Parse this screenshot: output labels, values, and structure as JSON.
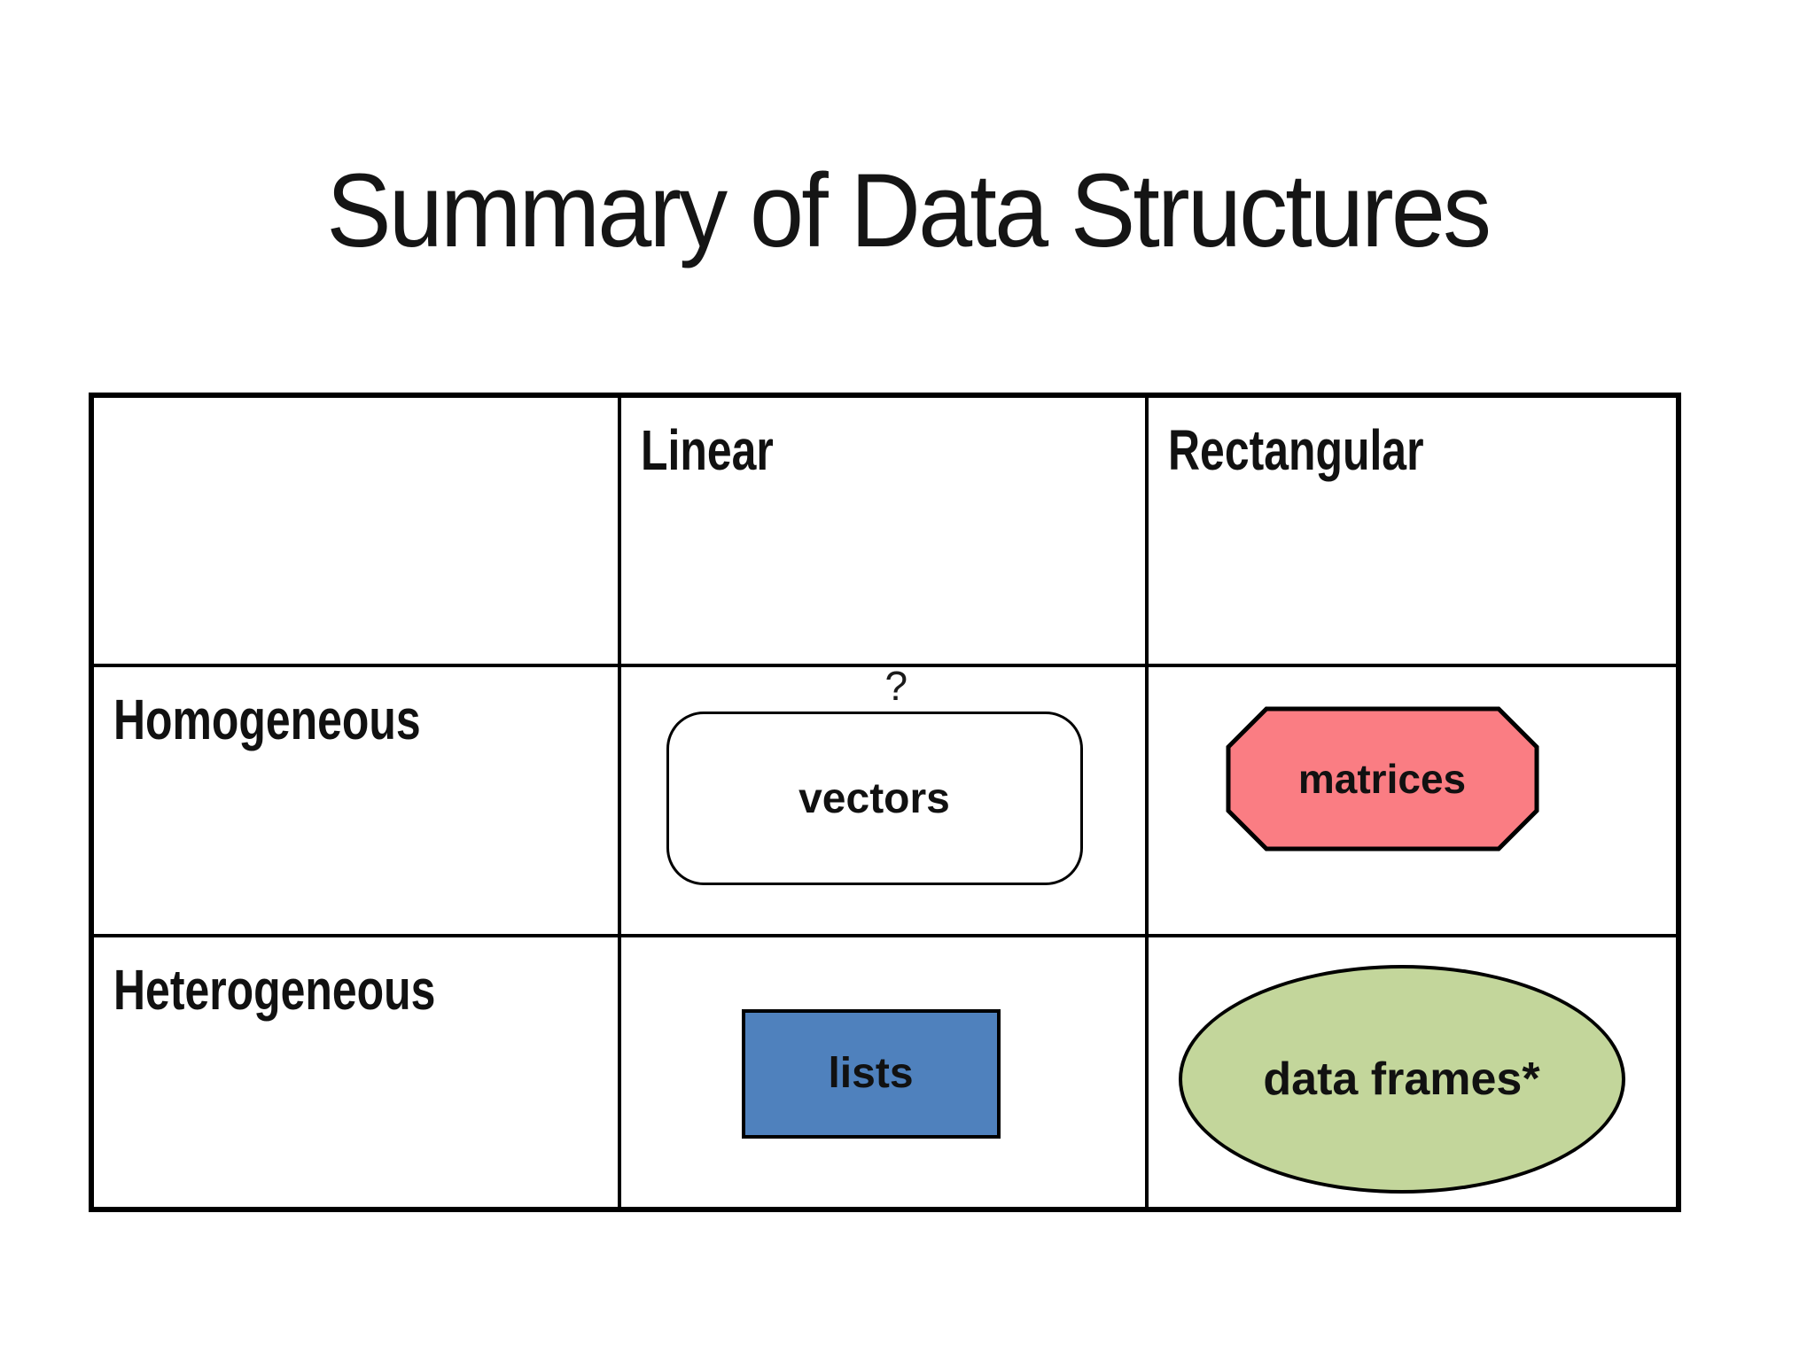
{
  "title": "Summary of Data Structures",
  "colors": {
    "border": "#000000",
    "vectors_fill": "#FFFFFF",
    "matrices_fill": "#FA7D83",
    "lists_fill": "#4F81BD",
    "data_frames_fill": "#C3D69B"
  },
  "table": {
    "column_headers": [
      {
        "label": ""
      },
      {
        "label": "Linear"
      },
      {
        "label": "Rectangular"
      }
    ],
    "row_headers": [
      {
        "label": "Homogeneous"
      },
      {
        "label": "Heterogeneous"
      }
    ],
    "cells": {
      "homogeneous_linear": {
        "shape": "rounded-rectangle",
        "label": "vectors",
        "annotation": "?"
      },
      "homogeneous_rectangular": {
        "shape": "octagon",
        "label": "matrices"
      },
      "heterogeneous_linear": {
        "shape": "rectangle",
        "label": "lists"
      },
      "heterogeneous_rectangular": {
        "shape": "ellipse",
        "label": "data frames*"
      }
    }
  }
}
